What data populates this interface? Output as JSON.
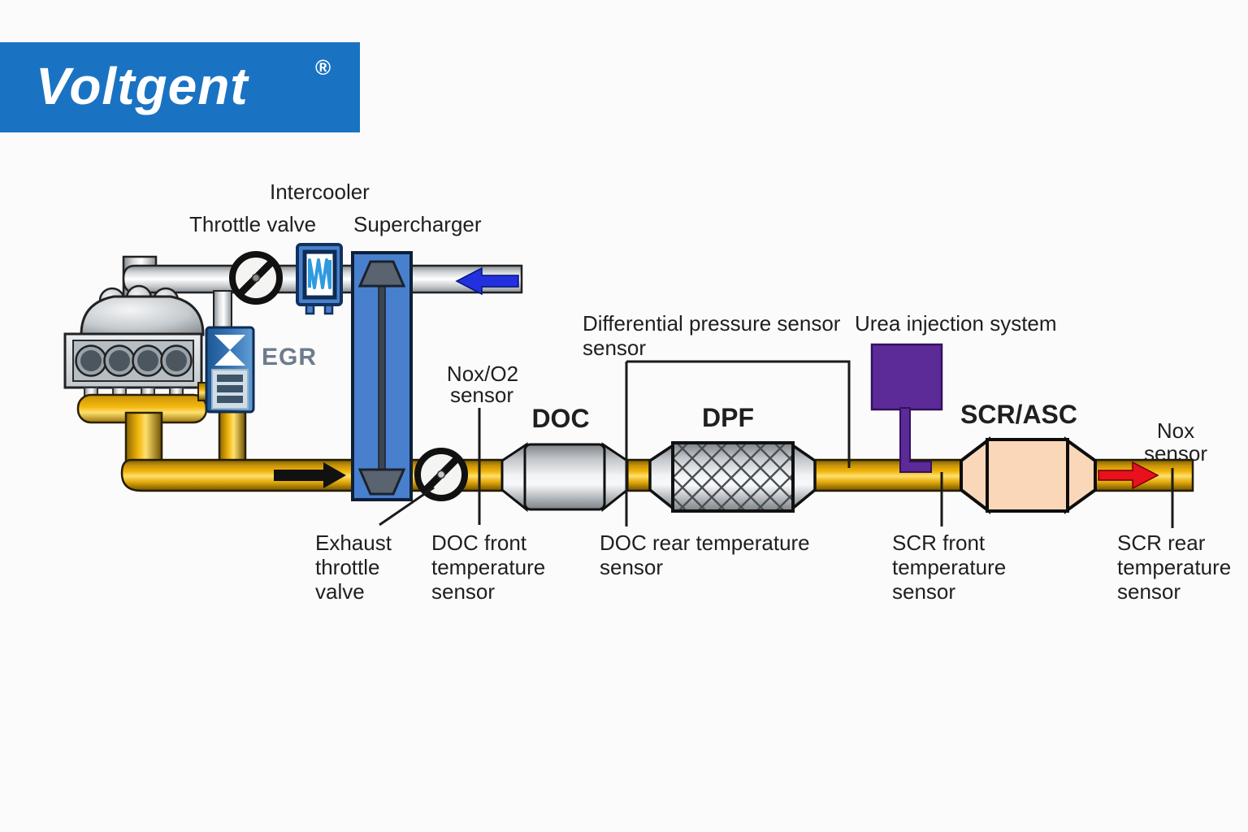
{
  "logo": {
    "text": "Voltgent",
    "registered": "®"
  },
  "labels": {
    "intercooler": "Intercooler",
    "throttle_valve": "Throttle valve",
    "supercharger": "Supercharger",
    "egr": "EGR",
    "nox_o2_sensor": {
      "lines": [
        "Nox/O2",
        "sensor"
      ]
    },
    "doc": "DOC",
    "dpf": "DPF",
    "scr_asc": "SCR/ASC",
    "differential_pressure_sensor": {
      "lines": [
        "Differential pressure sensor",
        "sensor"
      ]
    },
    "urea_injection_system": "Urea injection system",
    "nox_sensor": {
      "lines": [
        "Nox",
        "sensor"
      ]
    },
    "exhaust_throttle_valve": {
      "lines": [
        "Exhaust",
        "throttle",
        "valve"
      ]
    },
    "doc_front_temperature_sensor": {
      "lines": [
        "DOC front",
        "temperature",
        "sensor"
      ]
    },
    "doc_rear_temperature_sensor": {
      "lines": [
        "DOC rear temperature",
        "sensor"
      ]
    },
    "scr_front_temperature_sensor": {
      "lines": [
        "SCR front",
        "temperature",
        "sensor"
      ]
    },
    "scr_rear_temperature_sensor": {
      "lines": [
        "SCR rear",
        "temperature",
        "sensor"
      ]
    }
  },
  "colors": {
    "brand_blue": "#1a73c2",
    "component_blue": "#4880ce",
    "pipe_yellow": "#f0b513",
    "pipe_silver": "#d8dcdf",
    "urea_purple": "#5c2b97",
    "scr_peach": "#f9d7b8",
    "arrow_blue": "#2231dd",
    "arrow_red": "#e8111c",
    "arrow_black": "#111111",
    "label_text": "#1f1f1f",
    "egr_text": "#6e7b8a"
  }
}
